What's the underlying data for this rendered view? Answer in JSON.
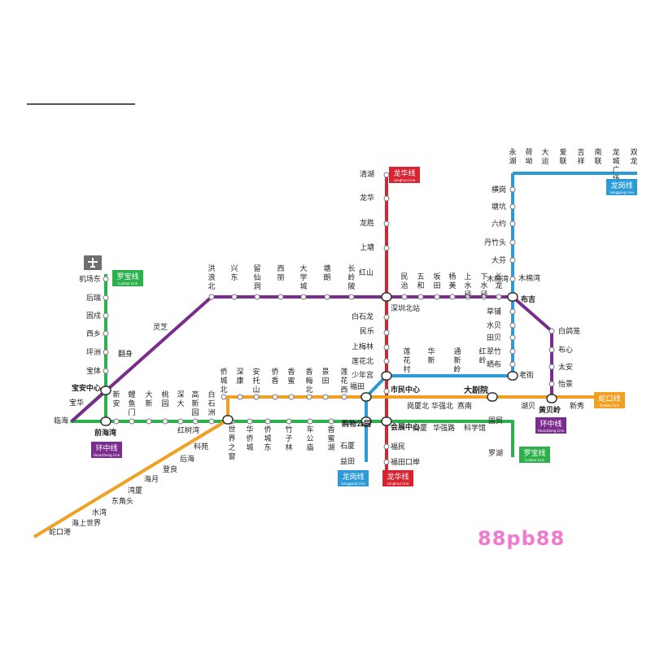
{
  "colors": {
    "luobao": "#2bb04b",
    "shekou": "#f0a022",
    "longhua": "#d62530",
    "longgang": "#2b9ad6",
    "huanzhong": "#7b2d8e"
  },
  "line_badges": [
    {
      "id": "luobao_top",
      "cn": "罗宝线",
      "en": "Luobao Line",
      "color": "luobao"
    },
    {
      "id": "luobao_bottom",
      "cn": "罗宝线",
      "en": "Luobao Line",
      "color": "luobao"
    },
    {
      "id": "longhua_top",
      "cn": "龙华线",
      "en": "Longhua Line",
      "color": "longhua"
    },
    {
      "id": "longhua_bottom",
      "cn": "龙华线",
      "en": "Longhua Line",
      "color": "longhua"
    },
    {
      "id": "longgang_top",
      "cn": "龙岗线",
      "en": "Longgang Line",
      "color": "longgang"
    },
    {
      "id": "longgang_bottom",
      "cn": "龙岗线",
      "en": "Longgang Line",
      "color": "longgang"
    },
    {
      "id": "shekou_right",
      "cn": "蛇口线",
      "en": "Shekou Line",
      "color": "shekou"
    },
    {
      "id": "huanzhong_left",
      "cn": "环中线",
      "en": "Huanzhong Line",
      "color": "huanzhong"
    },
    {
      "id": "huanzhong_right",
      "cn": "环中线",
      "en": "Huanzhong Line",
      "color": "huanzhong"
    }
  ],
  "stations": {
    "luobao_west": [
      "机场东",
      "后瑞",
      "固戍",
      "西乡",
      "坪洲",
      "宝体",
      "宝安中心",
      "宝华",
      "临海",
      "前海湾"
    ],
    "luobao_main": [
      "新安",
      "鲤鱼门",
      "大新",
      "桃园",
      "深大",
      "高新园",
      "白石洲",
      "世界之窗",
      "华侨城",
      "侨城东",
      "竹子林",
      "车公庙",
      "香蜜湖",
      "购物公园",
      "会展中心",
      "岗厦",
      "华强路",
      "科学馆",
      "大剧院",
      "老街",
      "国贸",
      "罗湖"
    ],
    "huanzhong_north": [
      "灵芝",
      "翻身",
      "洪浪北",
      "兴东",
      "留仙洞",
      "西丽",
      "大学城",
      "塘朗",
      "长岭陂",
      "红山",
      "深圳北站",
      "民治",
      "五和",
      "坂田",
      "杨美",
      "上水径",
      "下水径",
      "长龙",
      "布吉"
    ],
    "huanzhong_east": [
      "白鸽笼",
      "布心",
      "太安",
      "怡景",
      "黄贝岭"
    ],
    "longhua": [
      "清湖",
      "龙华",
      "龙胜",
      "上塘",
      "白石龙",
      "民乐",
      "上梅林",
      "莲花北",
      "少年宫",
      "市民中心",
      "福民",
      "福田口岸"
    ],
    "longgang_north": [
      "永湖",
      "荷坳",
      "大运",
      "爱联",
      "吉祥",
      "南联",
      "龙城广场",
      "双龙"
    ],
    "longgang_south": [
      "横岗",
      "塘坑",
      "六约",
      "丹竹头",
      "大芬",
      "木棉湾",
      "草铺",
      "水贝",
      "田贝",
      "翠竹",
      "晒布",
      "岗厦北",
      "华强北",
      "燕南"
    ],
    "longgang_west": [
      "莲花村",
      "华新",
      "通新岭",
      "红岭"
    ],
    "shekou": [
      "侨城北",
      "深康",
      "安托山",
      "侨香",
      "香蜜",
      "香梅北",
      "景田",
      "莲花西",
      "福田",
      "石厦",
      "益田",
      "红树湾",
      "科苑",
      "后海",
      "登良",
      "海月",
      "湾厦",
      "东角头",
      "水湾",
      "海上世界",
      "蛇口港",
      "湖贝",
      "新秀"
    ],
    "luobao_top_extra": [
      "深圳北站"
    ]
  },
  "watermark": "88pb88"
}
